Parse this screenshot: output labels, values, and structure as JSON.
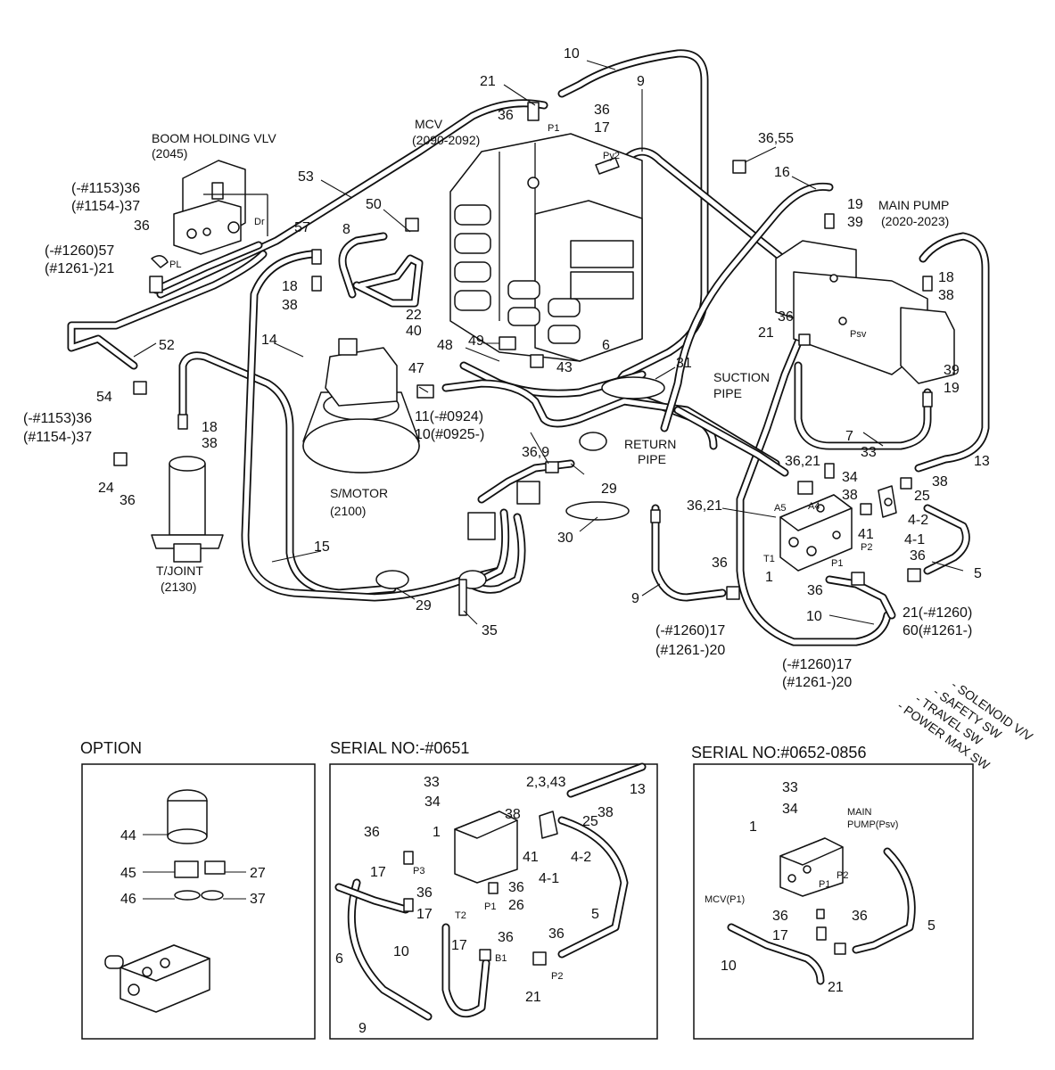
{
  "main": {
    "components": {
      "boom_holding_vlv": "BOOM HOLDING VLV",
      "boom_holding_vlv_num": "(2045)",
      "mcv": "MCV",
      "mcv_num": "(2090-2092)",
      "main_pump": "MAIN PUMP",
      "main_pump_num": "(2020-2023)",
      "s_motor": "S/MOTOR",
      "s_motor_num": "(2100)",
      "t_joint": "T/JOINT",
      "t_joint_num": "(2130)",
      "suction_pipe_1": "SUCTION",
      "suction_pipe_2": "PIPE",
      "return_pipe_1": "RETURN",
      "return_pipe_2": "PIPE"
    },
    "ports": {
      "p1_mcv": "P1",
      "py2": "Py2",
      "dr": "Dr",
      "pl": "PL",
      "psv": "Psv",
      "a5": "A5",
      "a4": "A4",
      "t1": "T1",
      "p1_sol": "P1",
      "p2_sol": "P2"
    },
    "callouts": {
      "c10_top": "10",
      "c21_top": "21",
      "c9_top": "9",
      "c36_p1": "36",
      "c36_17": "36",
      "c17_top": "17",
      "c36_55": "36,55",
      "c53": "53",
      "c36_1153": "(-#1153)36",
      "c37_1154": "(#1154-)37",
      "c36_bhv": "36",
      "c57_1260": "(-#1260)57",
      "c21_1261": "(#1261-)21",
      "c57": "57",
      "c50": "50",
      "c8": "8",
      "c16": "16",
      "c19_top": "19",
      "c39_top": "39",
      "c18_right": "18",
      "c38_right": "38",
      "c18_mid": "18",
      "c38_mid": "38",
      "c22": "22",
      "c40": "40",
      "c52": "52",
      "c14": "14",
      "c49": "49",
      "c48": "48",
      "c6_top": "6",
      "c43": "43",
      "c31": "31",
      "c36_pump": "36",
      "c21_pump": "21",
      "c39_right": "39",
      "c19_right": "19",
      "c54": "54",
      "c47": "47",
      "c36_1153_b": "(-#1153)36",
      "c37_1154_b": "(#1154-)37",
      "c18_tj": "18",
      "c38_tj": "38",
      "c11_0924": "11(-#0924)",
      "c10_0925": "10(#0925-)",
      "c7": "7",
      "c33": "33",
      "c36_9": "36,9",
      "c36_21_a": "36,21",
      "c34": "34",
      "c24": "24",
      "c36_tj": "36",
      "c29_mid": "29",
      "c38_sol": "38",
      "c25": "25",
      "c38_sol2": "38",
      "c13": "13",
      "c36_21_b": "36,21",
      "c4_2": "4-2",
      "c41": "41",
      "c4_1": "4-1",
      "c30": "30",
      "c36_sol": "36",
      "c5": "5",
      "c15": "15",
      "c1": "1",
      "c36_sol2": "36",
      "c36_sol3": "36",
      "c9_low": "9",
      "c29_low": "29",
      "c21_1260": "21(-#1260)",
      "c60_1261": "60(#1261-)",
      "c10_low": "10",
      "c35": "35",
      "c17_1260_a": "(-#1260)17",
      "c20_1261_a": "(#1261-)20",
      "c17_1260_b": "(-#1260)17",
      "c20_1261_b": "(#1261-)20",
      "note1": "- SOLENOID V/V",
      "note2": "- SAFETY SW",
      "note3": "- TRAVEL SW",
      "note4": "- POWER MAX SW"
    }
  },
  "option": {
    "title": "OPTION",
    "c44": "44",
    "c45": "45",
    "c27": "27",
    "c46": "46",
    "c37": "37"
  },
  "serial_a": {
    "title": "SERIAL NO:-#0651",
    "c33": "33",
    "c2_3_43": "2,3,43",
    "c13": "13",
    "c34": "34",
    "c38": "38",
    "c25": "25",
    "c38b": "38",
    "c36": "36",
    "c1": "1",
    "c4_2": "4-2",
    "c41": "41",
    "c4_1": "4-1",
    "c17": "17",
    "p3": "P3",
    "c36b": "36",
    "c36c": "36",
    "c17b": "17",
    "t2": "T2",
    "p1": "P1",
    "c26": "26",
    "c5": "5",
    "c6": "6",
    "c10": "10",
    "c17c": "17",
    "c36d": "36",
    "c36e": "36",
    "b1": "B1",
    "p2": "P2",
    "c21": "21",
    "c9": "9"
  },
  "serial_b": {
    "title": "SERIAL NO:#0652-0856",
    "c33": "33",
    "c34": "34",
    "main_pump_1": "MAIN",
    "main_pump_2": "PUMP(Psv)",
    "c1": "1",
    "p1": "P1",
    "p2": "P2",
    "mcv_p1": "MCV(P1)",
    "c36": "36",
    "c36b": "36",
    "c17": "17",
    "c5": "5",
    "c10": "10",
    "c21": "21"
  }
}
